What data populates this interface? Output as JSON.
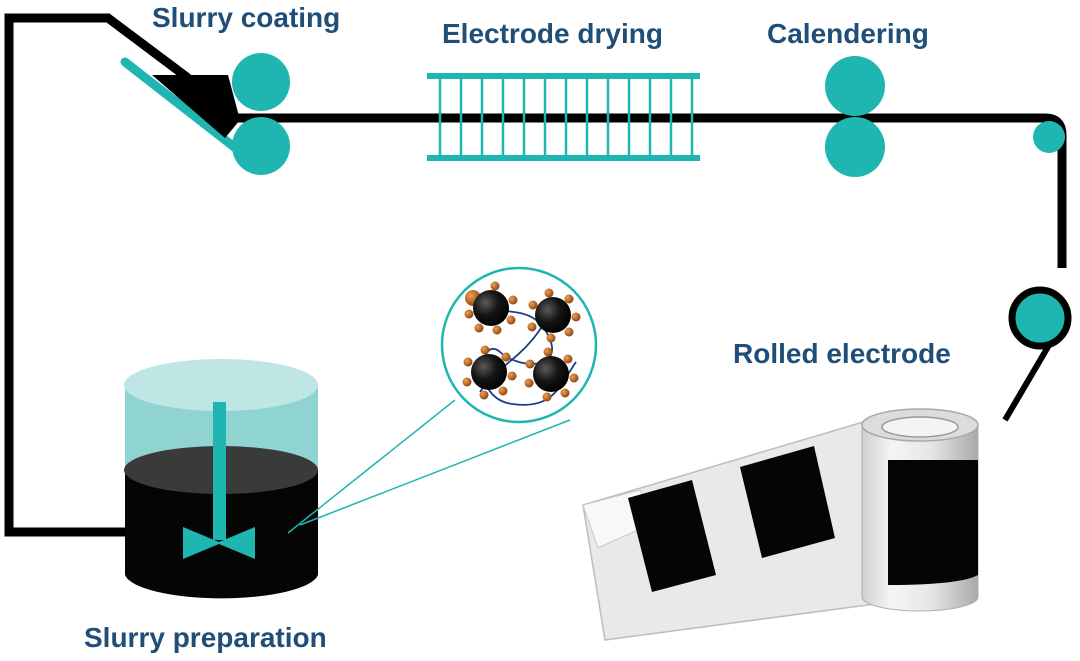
{
  "labels": {
    "slurry_coating": "Slurry coating",
    "electrode_drying": "Electrode drying",
    "calendering": "Calendering",
    "rolled_electrode": "Rolled electrode",
    "slurry_preparation": "Slurry preparation"
  },
  "colors": {
    "teal": "#1fb5b0",
    "teal_light": "#8fd4d1",
    "label": "#1f4e79",
    "slurry": "#0b0b0b",
    "particle_shell": "#b5651d",
    "binder": "#1f3c88"
  }
}
